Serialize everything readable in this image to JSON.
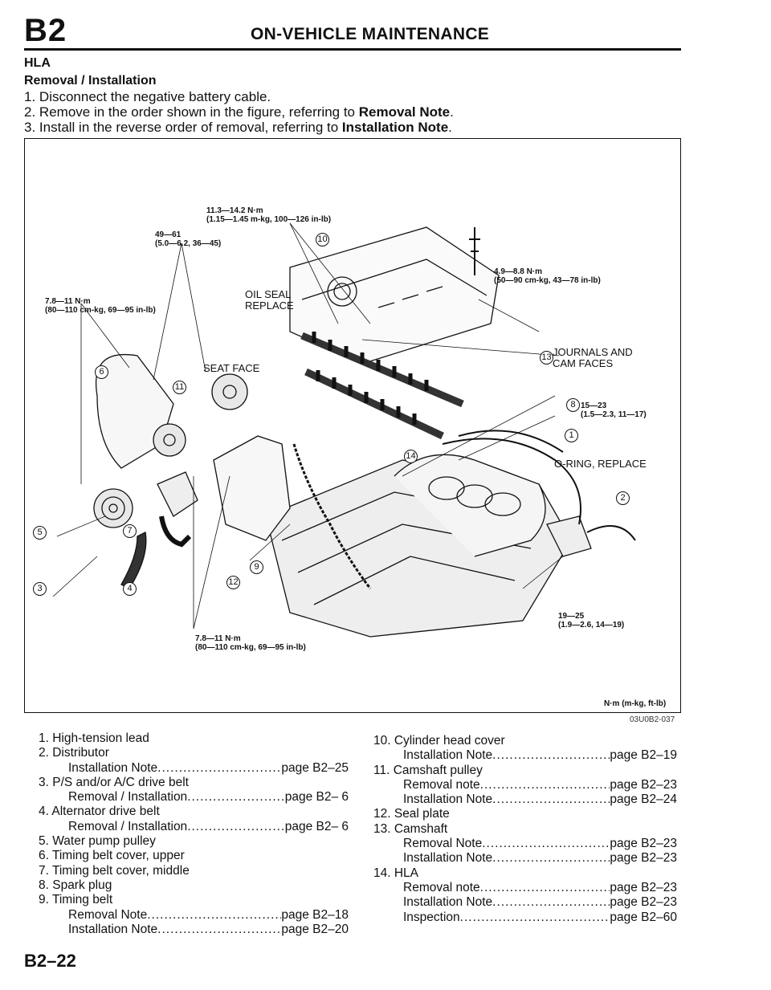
{
  "header": {
    "section_code": "B2",
    "title": "ON-VEHICLE MAINTENANCE"
  },
  "section": {
    "heading": "HLA",
    "subheading": "Removal / Installation"
  },
  "steps": [
    {
      "n": "1.",
      "text": "Disconnect the negative battery cable."
    },
    {
      "n": "2.",
      "text": "Remove in the order shown in the figure, referring to ",
      "bold": "Removal Note",
      "end": "."
    },
    {
      "n": "3.",
      "text": "Install in the reverse order of removal, referring to ",
      "bold": "Installation Note",
      "end": "."
    }
  ],
  "figure": {
    "code": "03U0B2-037",
    "unit_note": "N·m (m-kg, ft-lb)",
    "torques": {
      "t1": "11.3—14.2 N·m\n(1.15—1.45 m-kg, 100—126 in-lb)",
      "t2": "49—61\n(5.0—6.2, 36—45)",
      "t3": "7.8—11 N·m\n(80—110 cm-kg, 69—95 in-lb)",
      "t4": "4.9—8.8 N·m\n(50—90 cm-kg, 43—78 in-lb)",
      "t5": "15—23\n(1.5—2.3, 11—17)",
      "t6": "19—25\n(1.9—2.6, 14—19)",
      "t7": "7.8—11 N·m\n(80—110 cm-kg, 69—95 in-lb)"
    },
    "labels": {
      "oil_seal": "OIL SEAL\nREPLACE",
      "seat_face": "SEAT FACE",
      "journals": "JOURNALS AND\nCAM FACES",
      "oring": "O-RING, REPLACE"
    },
    "numbers": [
      "1",
      "2",
      "3",
      "4",
      "5",
      "6",
      "7",
      "8",
      "9",
      "10",
      "11",
      "12",
      "13",
      "14"
    ]
  },
  "parts_left": [
    {
      "t": "1. High-tension lead"
    },
    {
      "t": "2. Distributor"
    },
    {
      "s": "Installation Note",
      "p": "page B2–25"
    },
    {
      "t": "3. P/S and/or A/C drive belt"
    },
    {
      "s": "Removal / Installation",
      "p": "page B2– 6"
    },
    {
      "t": "4. Alternator drive belt"
    },
    {
      "s": "Removal / Installation",
      "p": "page B2– 6"
    },
    {
      "t": "5. Water pump pulley"
    },
    {
      "t": "6. Timing belt cover, upper"
    },
    {
      "t": "7. Timing belt cover, middle"
    },
    {
      "t": "8. Spark plug"
    },
    {
      "t": "9. Timing belt"
    },
    {
      "s": "Removal Note",
      "p": "page B2–18"
    },
    {
      "s": "Installation Note",
      "p": "page B2–20"
    }
  ],
  "parts_right": [
    {
      "t": "10. Cylinder head cover"
    },
    {
      "s": "Installation Note",
      "p": "page B2–19"
    },
    {
      "t": "11. Camshaft pulley"
    },
    {
      "s": "Removal note",
      "p": "page B2–23"
    },
    {
      "s": "Installation Note",
      "p": "page B2–24"
    },
    {
      "t": "12. Seal plate"
    },
    {
      "t": "13. Camshaft"
    },
    {
      "s": "Removal Note",
      "p": "page B2–23"
    },
    {
      "s": "Installation Note",
      "p": "page B2–23"
    },
    {
      "t": "14. HLA"
    },
    {
      "s": "Removal note",
      "p": "page B2–23"
    },
    {
      "s": "Installation Note",
      "p": "page B2–23"
    },
    {
      "s": "Inspection",
      "p": "page B2–60"
    }
  ],
  "footer": {
    "page_number": "B2–22"
  }
}
